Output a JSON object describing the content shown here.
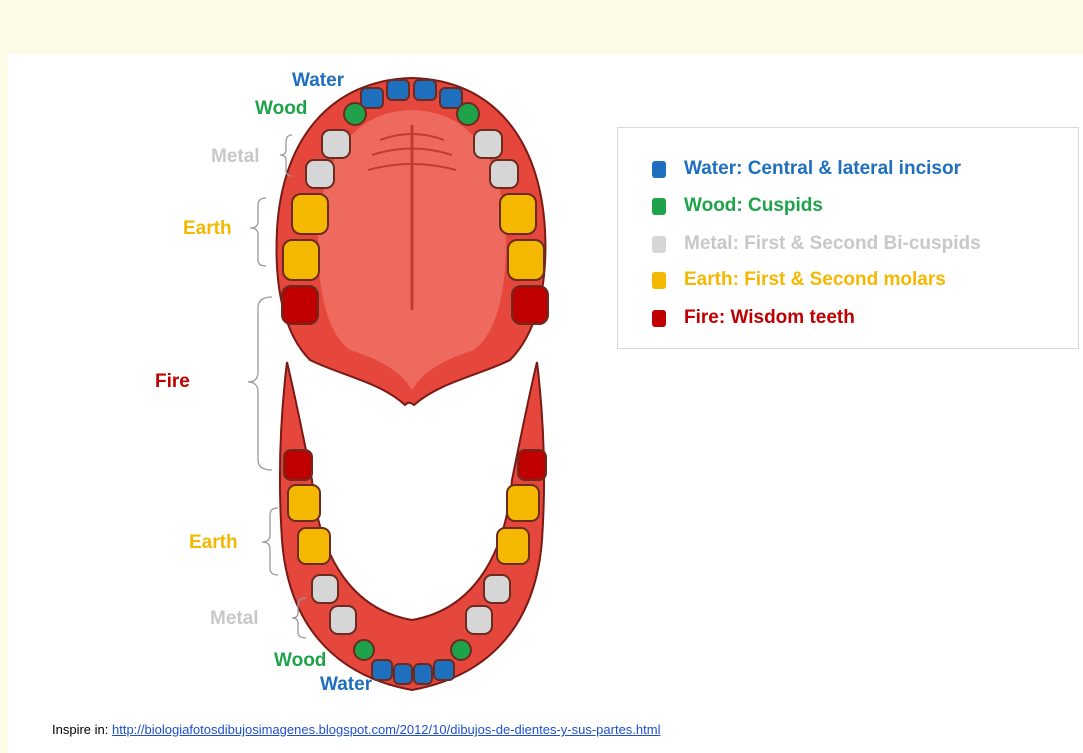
{
  "colors": {
    "water": "#1f6fbf",
    "wood": "#1fa34a",
    "metal": "#c8c8c8",
    "earth": "#f5b800",
    "fire": "#c00000",
    "gum": "#e5473d",
    "gum_dark": "#7a1a14"
  },
  "upper_labels": {
    "water": "Water",
    "wood": "Wood",
    "metal": "Metal",
    "earth": "Earth",
    "fire": "Fire"
  },
  "lower_labels": {
    "earth": "Earth",
    "metal": "Metal",
    "wood": "Wood",
    "water": "Water"
  },
  "legend": [
    {
      "key": "water",
      "text": "Water: Central & lateral incisor"
    },
    {
      "key": "wood",
      "text": "Wood: Cuspids"
    },
    {
      "key": "metal",
      "text": "Metal: First & Second Bi-cuspids"
    },
    {
      "key": "earth",
      "text": "Earth: First & Second molars"
    },
    {
      "key": "fire",
      "text": "Fire: Wisdom teeth"
    }
  ],
  "credit": {
    "prefix": "Inspire in: ",
    "link": "http://biologiafotosdibujosimagenes.blogspot.com/2012/10/dibujos-de-dientes-y-sus-partes.html"
  }
}
